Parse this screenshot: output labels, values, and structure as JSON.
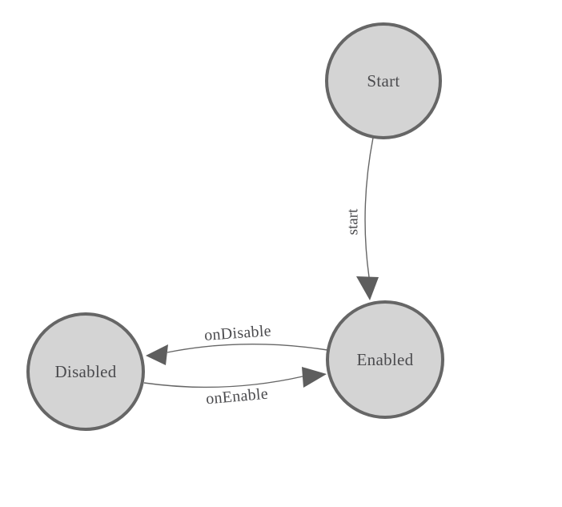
{
  "diagram": {
    "title": "state-machine-diagram",
    "colors": {
      "background": "#ffffff",
      "node_fill": "#d4d4d4",
      "node_stroke": "#666666",
      "edge_stroke": "#666666",
      "arrow_fill": "#5e5e5e",
      "label_color": "#4b4b4e"
    },
    "nodes": [
      {
        "id": "start",
        "label": "Start"
      },
      {
        "id": "enabled",
        "label": "Enabled"
      },
      {
        "id": "disabled",
        "label": "Disabled"
      }
    ],
    "edges": [
      {
        "id": "start-transition",
        "label": "start",
        "from": "Start",
        "to": "Enabled"
      },
      {
        "id": "ondisable-transition",
        "label": "onDisable",
        "from": "Enabled",
        "to": "Disabled"
      },
      {
        "id": "onenable-transition",
        "label": "onEnable",
        "from": "Disabled",
        "to": "Enabled"
      }
    ]
  }
}
